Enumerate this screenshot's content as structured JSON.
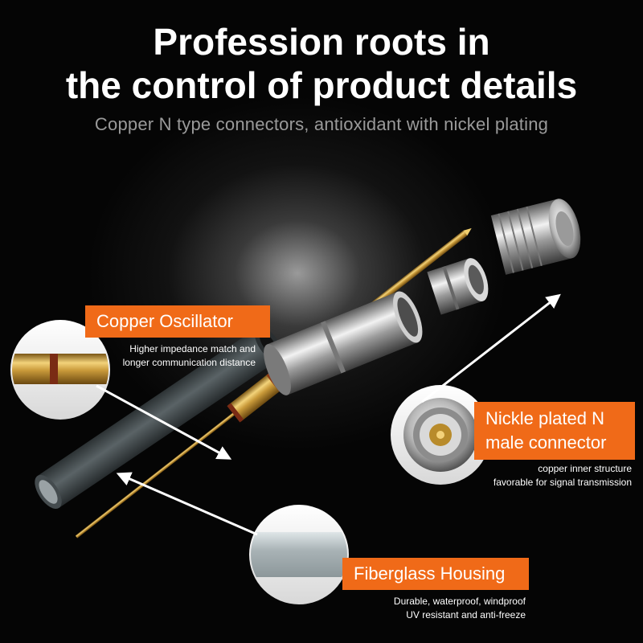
{
  "headline": {
    "line1": "Profession roots in",
    "line2": "the control of product details",
    "subtitle": "Copper N type connectors, antioxidant with nickel plating"
  },
  "callouts": {
    "copper_oscillator": {
      "title": "Copper Oscillator",
      "desc_line1": "Higher impedance match and",
      "desc_line2": "longer communication distance"
    },
    "connector": {
      "title_line1": "Nickle plated N",
      "title_line2": "male connector",
      "desc_line1": "copper inner structure",
      "desc_line2": "favorable for signal transmission"
    },
    "housing": {
      "title": "Fiberglass Housing",
      "desc_line1": "Durable, waterproof, windproof",
      "desc_line2": "UV resistant and anti-freeze"
    }
  },
  "colors": {
    "accent": "#f06a18",
    "gold": "#c99a3a",
    "housing": "#4c5457"
  }
}
